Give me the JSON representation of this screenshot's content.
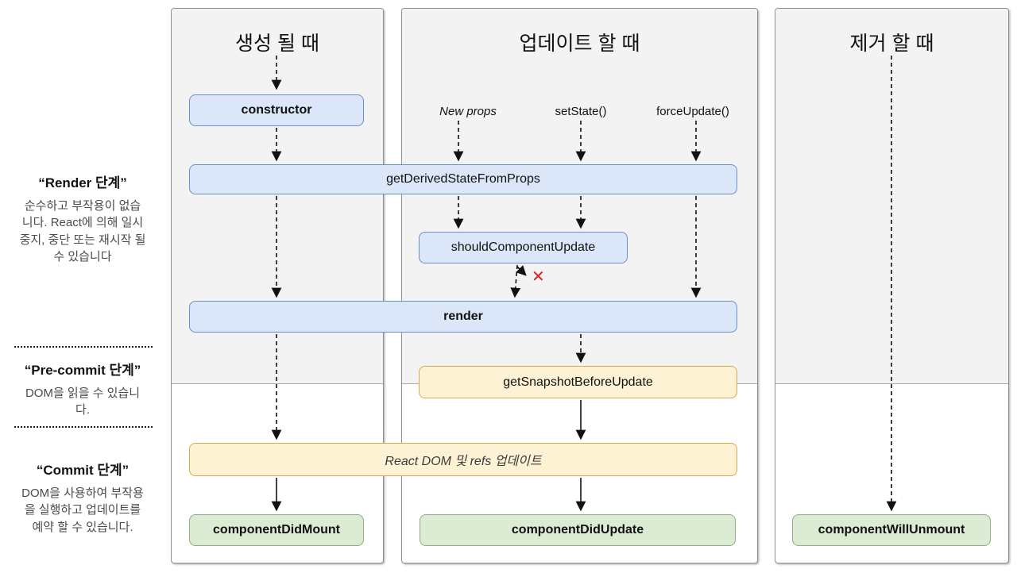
{
  "columns": [
    {
      "id": "mount",
      "title": "생성 될 때"
    },
    {
      "id": "update",
      "title": "업데이트 할 때"
    },
    {
      "id": "unmount",
      "title": "제거 할 때"
    }
  ],
  "sidebar": {
    "render_phase": {
      "title": "“Render 단계”",
      "description": "순수하고 부작용이 없습\n니다. React에 의해 일시\n중지, 중단 또는 재시작 될\n수 있습니다"
    },
    "pre_commit_phase": {
      "title": "“Pre-commit 단계”",
      "description": "DOM을 읽을 수 있습니\n다."
    },
    "commit_phase": {
      "title": "“Commit 단계”",
      "description": "DOM을 사용하여 부작용\n을 실행하고 업데이트를\n예약 할 수 있습니다."
    }
  },
  "triggers": {
    "new_props": "New props",
    "set_state": "setState()",
    "force_update": "forceUpdate()"
  },
  "nodes": {
    "constructor": "constructor",
    "get_derived_state_from_props": "getDerivedStateFromProps",
    "should_component_update": "shouldComponentUpdate",
    "render": "render",
    "get_snapshot_before_update": "getSnapshotBeforeUpdate",
    "react_dom_update": "React DOM 및 refs 업데이트",
    "component_did_mount": "componentDidMount",
    "component_did_update": "componentDidUpdate",
    "component_will_unmount": "componentWillUnmount"
  },
  "symbols": {
    "skip_update": "✕"
  },
  "colors": {
    "lifecycle_blue_fill": "#dbe7f9",
    "lifecycle_blue_border": "#6d8dc9",
    "side_effect_yellow_fill": "#fdf3d4",
    "side_effect_yellow_border": "#d2a850",
    "commit_green_fill": "#dcebd3",
    "commit_green_border": "#92ac82",
    "phase_shade_gray": "#f3f3f3",
    "skip_red": "#e01e1e"
  }
}
